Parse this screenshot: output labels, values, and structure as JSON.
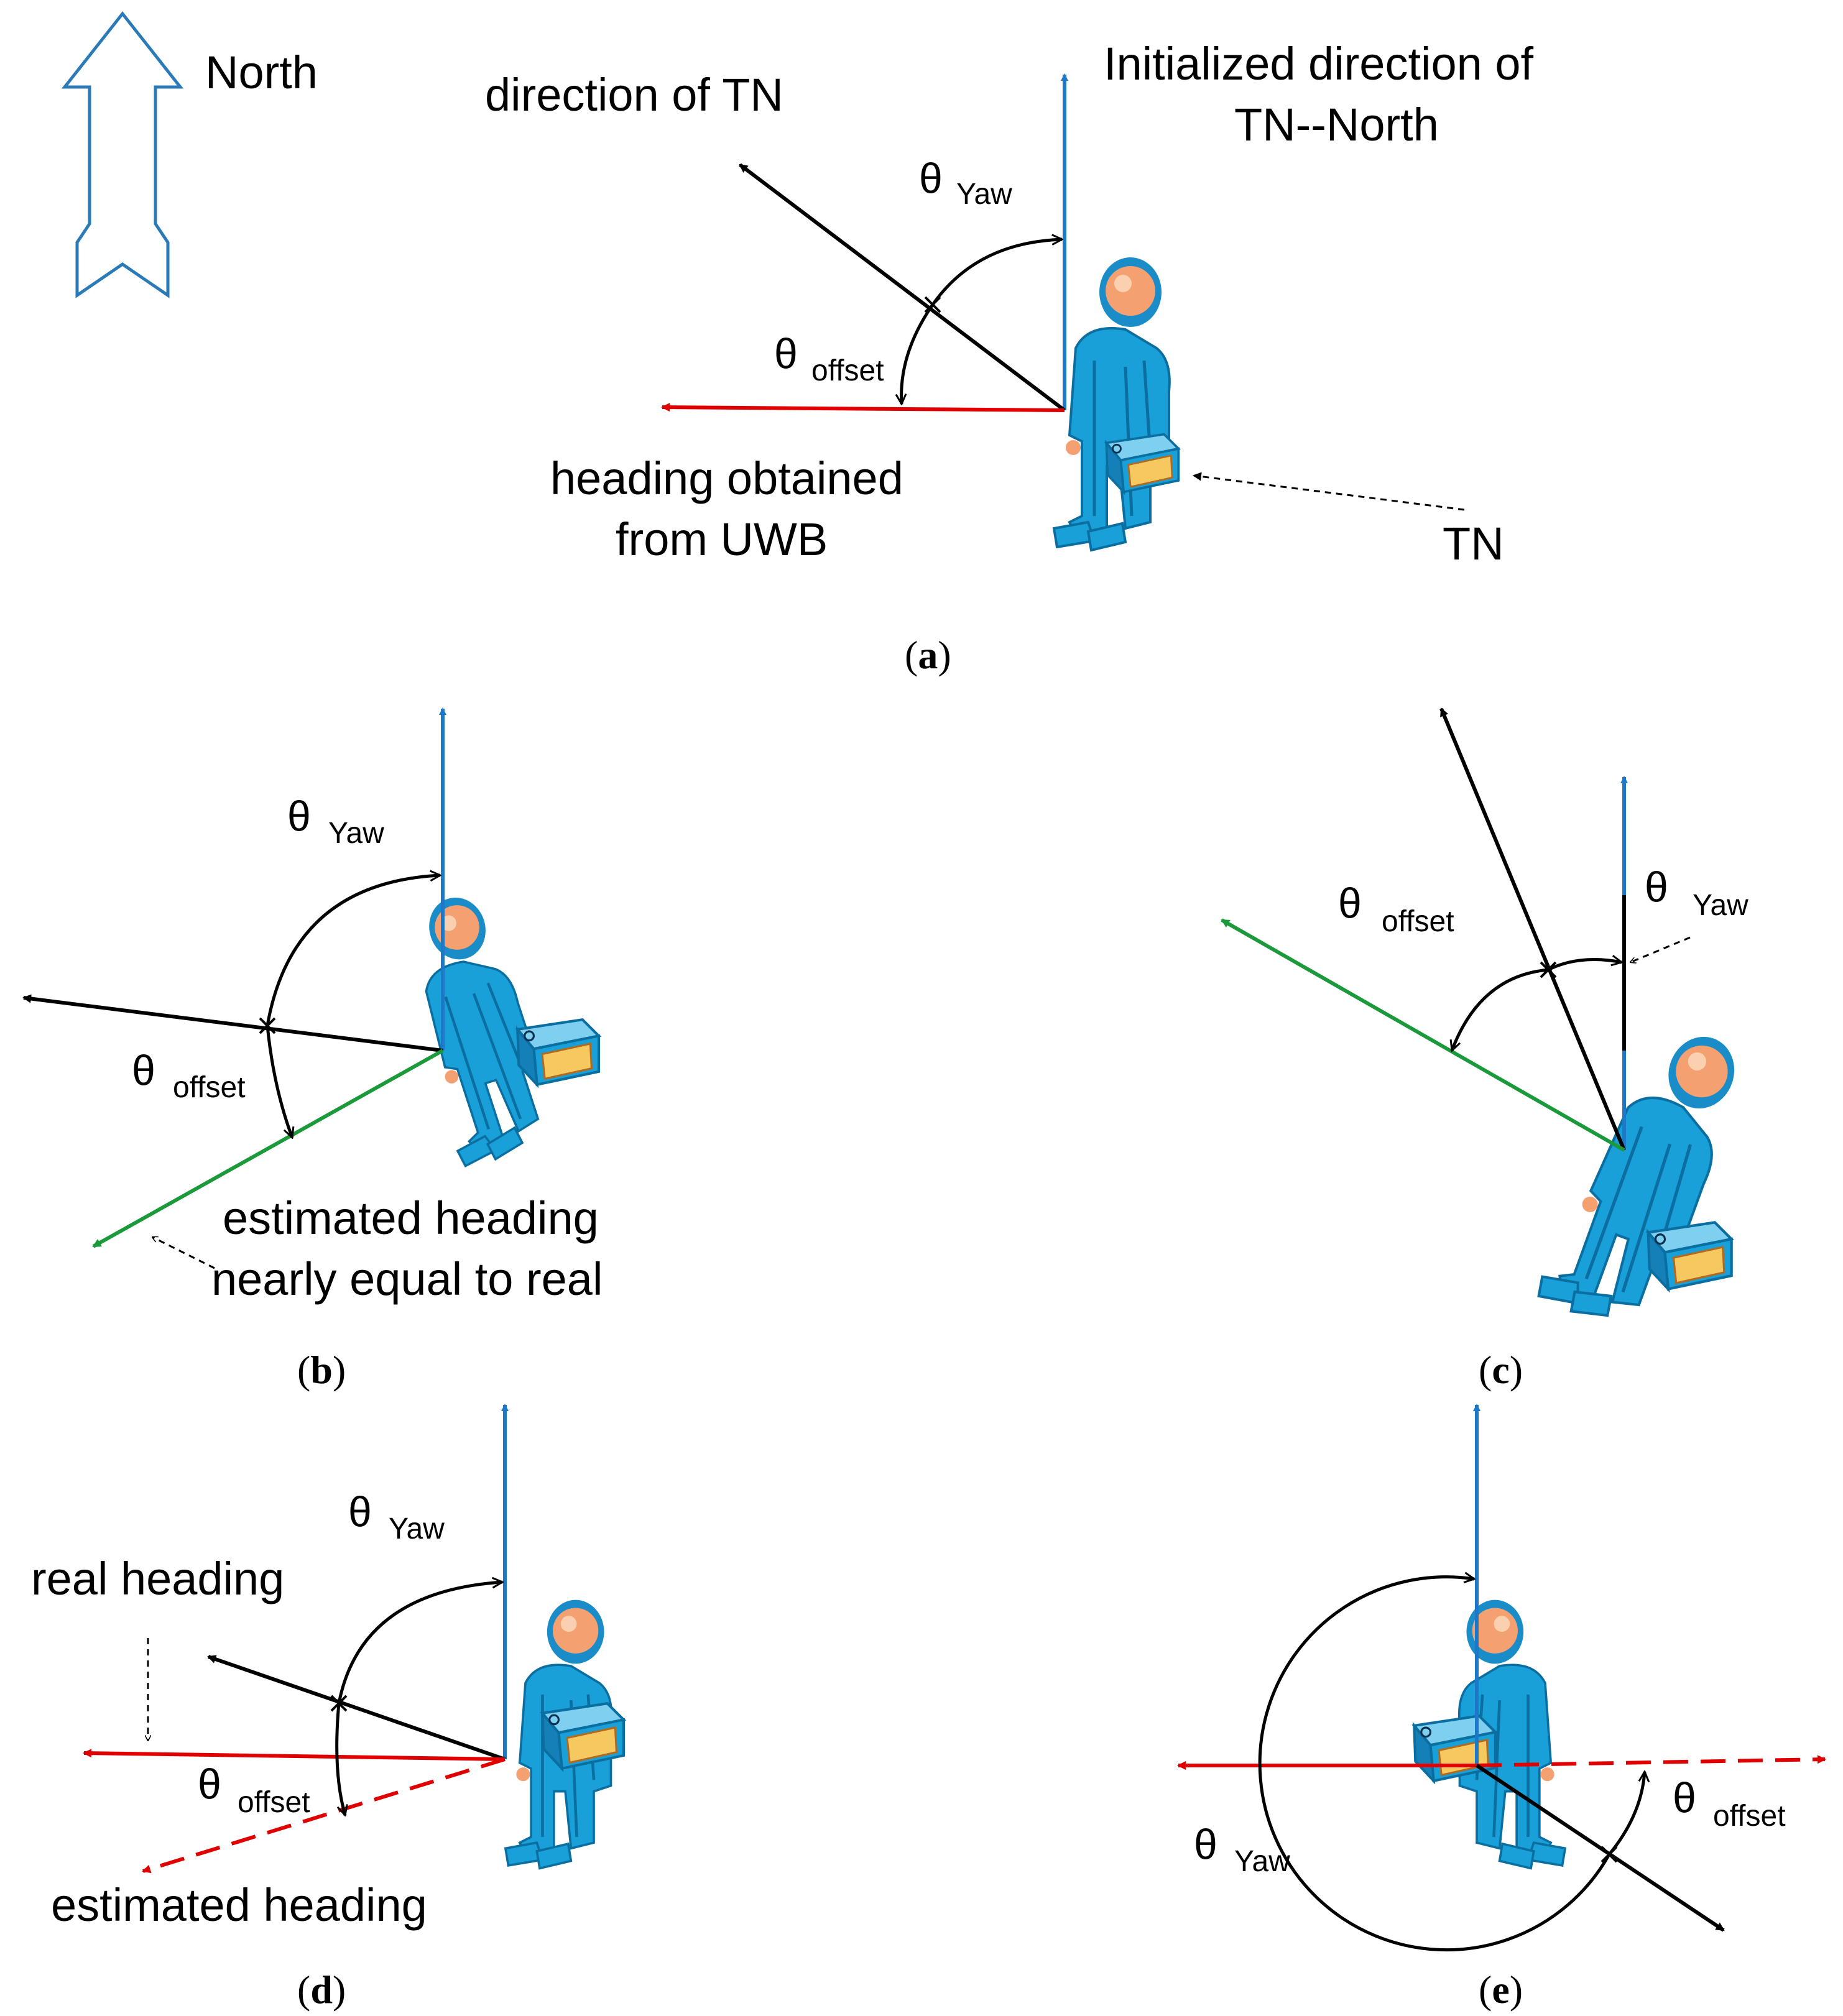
{
  "north_indicator": {
    "label": "North"
  },
  "panels": {
    "a": {
      "caption_open": "(",
      "caption_letter": "a",
      "caption_close": ")",
      "direction_of_tn": "direction of TN",
      "initialized_direction_line1": "Initialized direction of",
      "initialized_direction_line2": "TN--North",
      "theta_yaw": "θ",
      "theta_yaw_sub": "Yaw",
      "theta_offset": "θ",
      "theta_offset_sub": "offset",
      "uwb_heading_line1": "heading obtained",
      "uwb_heading_line2": "from UWB",
      "tn_label": "TN"
    },
    "b": {
      "caption_open": "(",
      "caption_letter": "b",
      "caption_close": ")",
      "theta_yaw": "θ",
      "theta_yaw_sub": "Yaw",
      "theta_offset": "θ",
      "theta_offset_sub": "offset",
      "estimated_line1": "estimated heading",
      "estimated_line2": "nearly equal to real"
    },
    "c": {
      "caption_open": "(",
      "caption_letter": "c",
      "caption_close": ")",
      "theta_yaw": "θ",
      "theta_yaw_sub": "Yaw",
      "theta_offset": "θ",
      "theta_offset_sub": "offset"
    },
    "d": {
      "caption_open": "(",
      "caption_letter": "d",
      "caption_close": ")",
      "theta_yaw": "θ",
      "theta_yaw_sub": "Yaw",
      "theta_offset": "θ",
      "theta_offset_sub": "offset",
      "real_heading": "real heading",
      "estimated_heading": "estimated heading"
    },
    "e": {
      "caption_open": "(",
      "caption_letter": "e",
      "caption_close": ")",
      "theta_yaw": "θ",
      "theta_yaw_sub": "Yaw",
      "theta_offset": "θ",
      "theta_offset_sub": "offset"
    }
  },
  "colors": {
    "north_axis": "#1e78c8",
    "tn_direction": "#000000",
    "uwb_heading": "#e00000",
    "estimated_heading": "#1a9a3a",
    "figure_body": "#1aa0d8",
    "figure_head": "#f4a070",
    "device_screen": "#f6c860"
  }
}
